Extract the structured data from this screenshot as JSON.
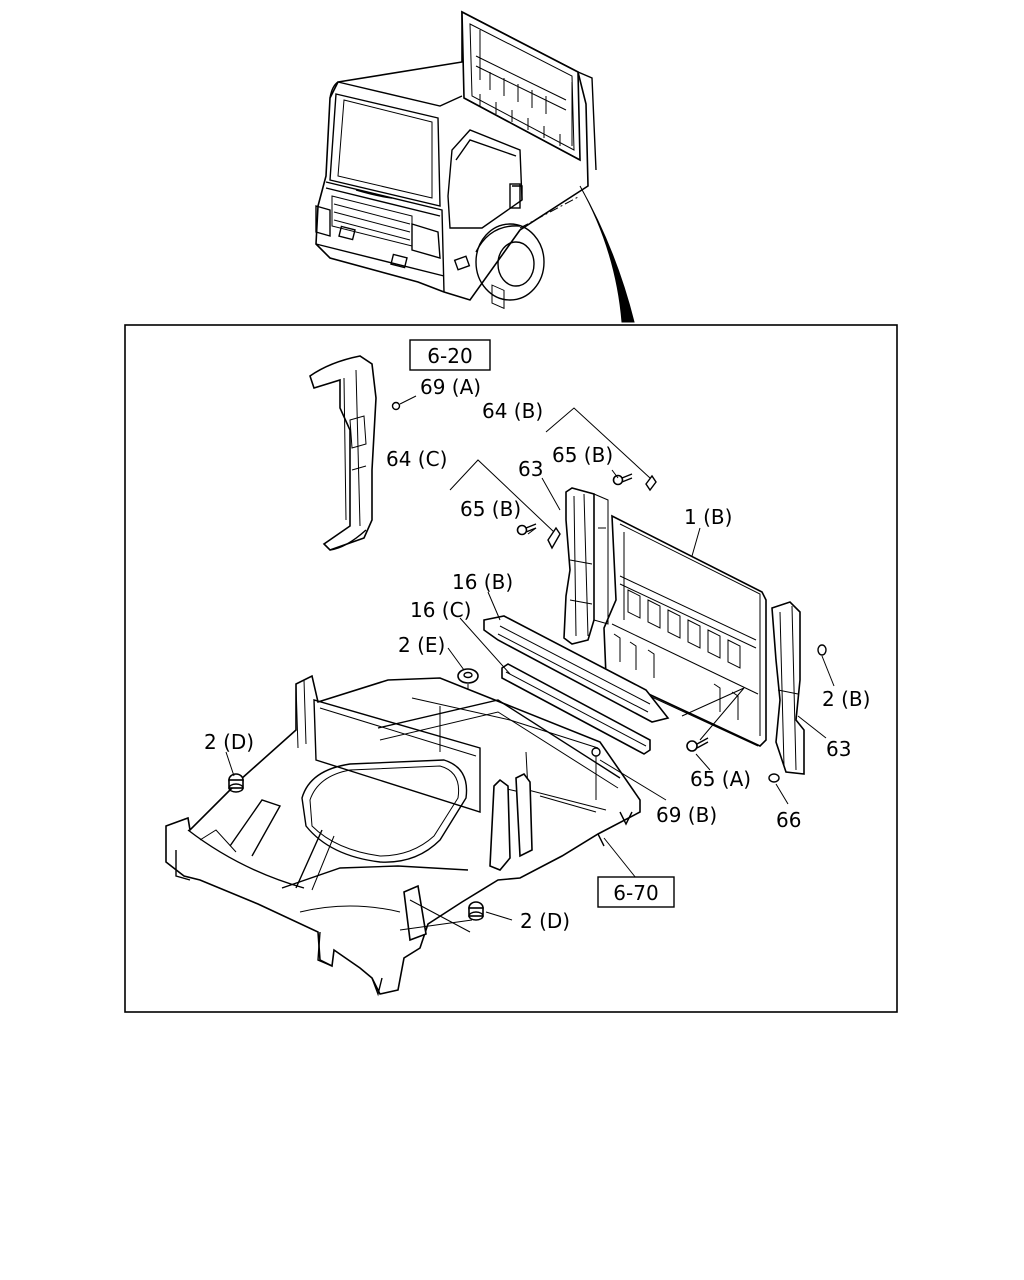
{
  "labels": {
    "ref_6_20": "6-20",
    "ref_6_70": "6-70",
    "p69A": "69 (A)",
    "p64B": "64 (B)",
    "p65B_top": "65 (B)",
    "p64C": "64 (C)",
    "p63_top": "63",
    "p65B_mid": "65 (B)",
    "p1B": "1 (B)",
    "p16B": "16 (B)",
    "p16C": "16 (C)",
    "p2E": "2 (E)",
    "p2B": "2 (B)",
    "p63_right": "63",
    "p2D_left": "2 (D)",
    "p65A": "65 (A)",
    "p69B": "69 (B)",
    "p66": "66",
    "p2D_bottom": "2 (D)"
  },
  "icons": {
    "truck": "truck-cab-icon",
    "pointer": "callout-arrow-icon"
  },
  "colors": {
    "line": "#000000",
    "background": "#ffffff"
  }
}
